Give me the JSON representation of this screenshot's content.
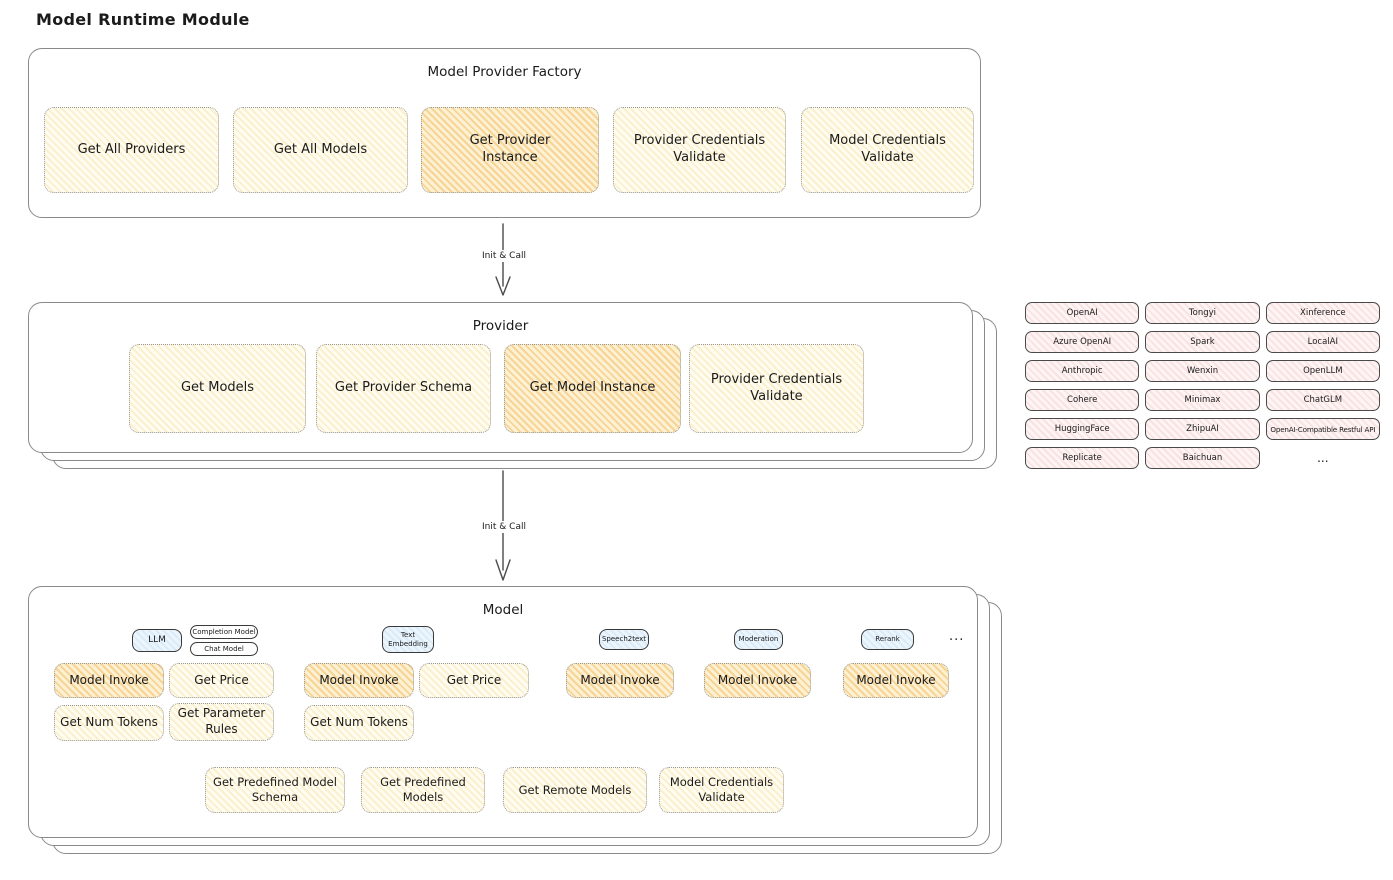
{
  "title": "Model Runtime Module",
  "arrows": {
    "init_call_1": "Init & Call",
    "init_call_2": "Init & Call"
  },
  "factory": {
    "title": "Model Provider Factory",
    "boxes": [
      {
        "label": "Get All Providers",
        "highlight": false
      },
      {
        "label": "Get All Models",
        "highlight": false
      },
      {
        "label": "Get Provider Instance",
        "highlight": true
      },
      {
        "label": "Provider Credentials Validate",
        "highlight": false
      },
      {
        "label": "Model Credentials Validate",
        "highlight": false
      }
    ]
  },
  "provider": {
    "title": "Provider",
    "boxes": [
      {
        "label": "Get Models",
        "highlight": false
      },
      {
        "label": "Get Provider Schema",
        "highlight": false
      },
      {
        "label": "Get Model Instance",
        "highlight": true
      },
      {
        "label": "Provider Credentials Validate",
        "highlight": false
      }
    ]
  },
  "providers_list": {
    "items": [
      "OpenAI",
      "Tongyi",
      "Xinference",
      "Azure OpenAI",
      "Spark",
      "LocalAI",
      "Anthropic",
      "Wenxin",
      "OpenLLM",
      "Cohere",
      "Minimax",
      "ChatGLM",
      "HuggingFace",
      "ZhipuAI",
      "OpenAI-Compatible Restful API",
      "Replicate",
      "Baichuan"
    ],
    "more": "..."
  },
  "model": {
    "title": "Model",
    "tags": {
      "llm": "LLM",
      "completion_model": "Completion Model",
      "chat_model": "Chat Model",
      "text_embedding": "Text Embedding",
      "speech2text": "Speech2text",
      "moderation": "Moderation",
      "rerank": "Rerank",
      "more": "..."
    },
    "ops": {
      "model_invoke": "Model Invoke",
      "get_price": "Get Price",
      "get_num_tokens": "Get Num Tokens",
      "get_parameter_rules": "Get Parameter Rules",
      "get_predefined_model_schema": "Get Predefined Model Schema",
      "get_predefined_models": "Get Predefined Models",
      "get_remote_models": "Get Remote Models",
      "model_credentials_validate": "Model Credentials Validate"
    }
  },
  "colors": {
    "box_yellow": "#fffcf1",
    "box_yellow_hatch": "#fbf0cd",
    "box_orange_hatch": "#f7d496",
    "provider_pink_hatch": "#fae2e2",
    "tag_blue_hatch": "#d9eaf8",
    "border_gray": "#8a8a8a",
    "text": "#1b1b1b"
  }
}
